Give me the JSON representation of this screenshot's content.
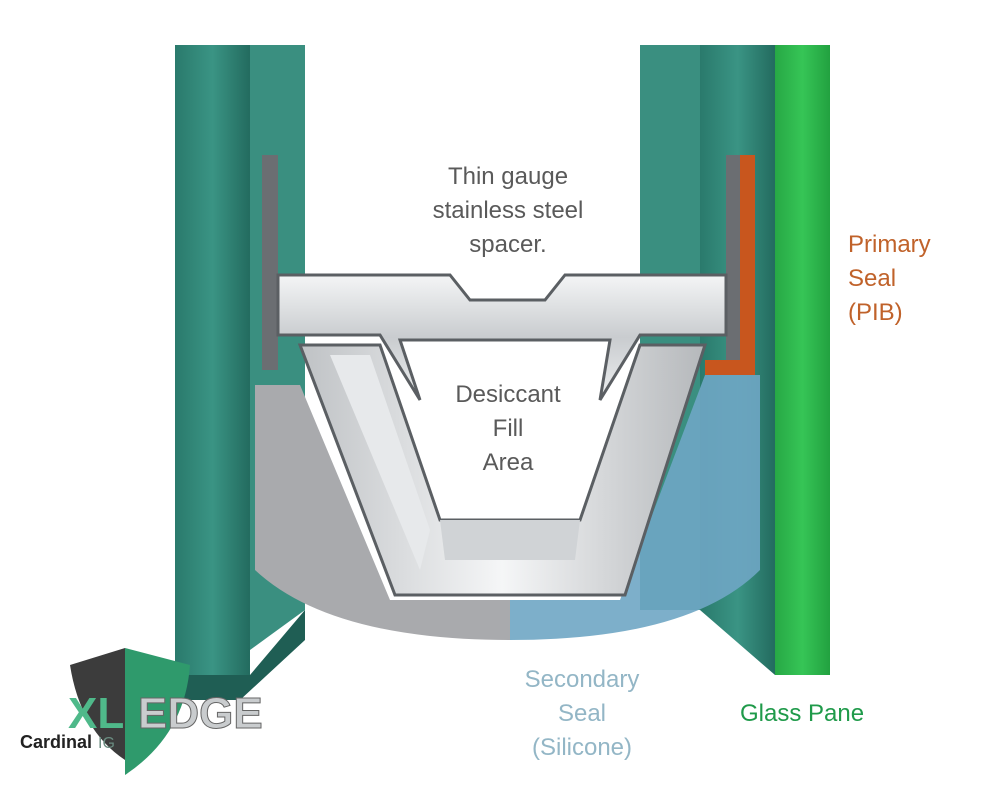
{
  "labels": {
    "spacer": [
      "Thin gauge",
      "stainless steel",
      "spacer."
    ],
    "fill": [
      "Desiccant",
      "Fill",
      "Area"
    ],
    "primary_seal": [
      "Primary",
      "Seal",
      "(PIB)"
    ],
    "secondary_seal": [
      "Secondary",
      "Seal",
      "(Silicone)"
    ],
    "glass_pane": "Glass Pane"
  },
  "logo": {
    "brand": "Cardinal",
    "sub": "IG",
    "product_left": "XL",
    "product_right": "EDGE"
  },
  "colors": {
    "glass_teal": "#2f8476",
    "glass_pane_green": "#2db84a",
    "primary_seal": "#c8561e",
    "secondary_seal": "#6fa6c4",
    "spacer_steel": "#d8dadc"
  }
}
